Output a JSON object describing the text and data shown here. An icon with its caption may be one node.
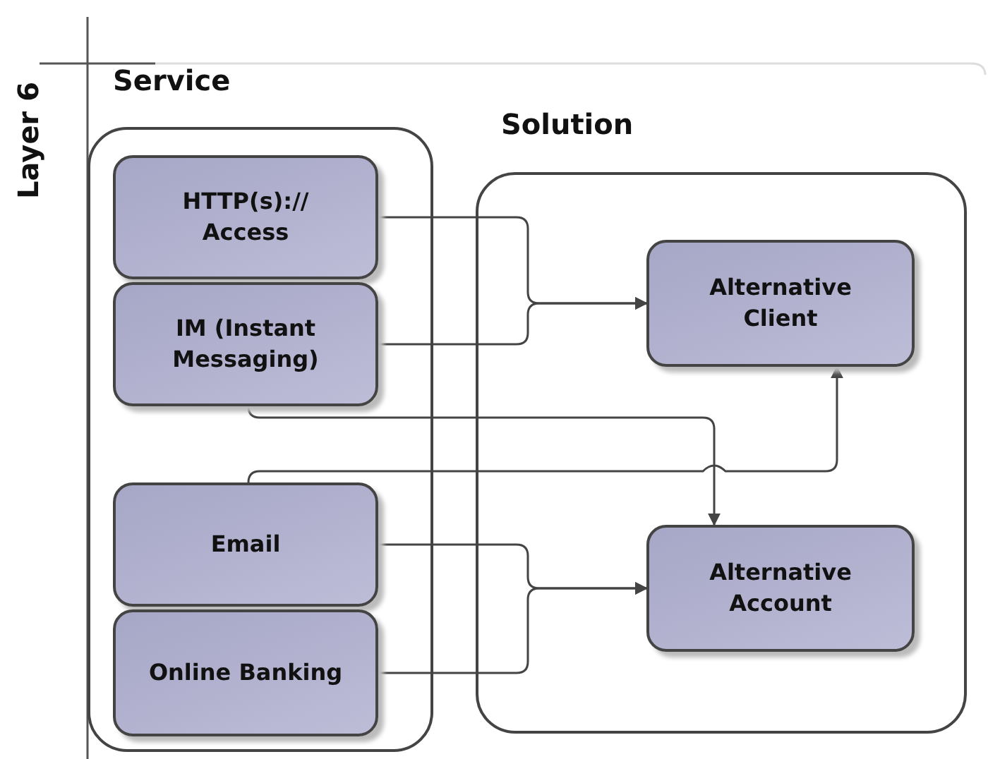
{
  "diagram": {
    "nodes": [
      {
        "text": [
          "Layer 6"
        ]
      },
      {
        "text": [
          "Service"
        ],
        "in": 0
      },
      {
        "text": [
          "HTTP(s):// Access"
        ],
        "in": 1
      },
      {
        "text": [
          "IM (Instant Messaging)"
        ],
        "in": 1
      },
      {
        "text": [
          "Email"
        ],
        "in": 1
      },
      {
        "text": [
          "Online Banking"
        ],
        "in": 1
      },
      {
        "text": [
          "Solution"
        ],
        "in": 0
      },
      {
        "text": [
          "Alternative Client"
        ],
        "in": 6
      },
      {
        "text": [
          "Alternative Account"
        ],
        "in": 6
      }
    ],
    "edges": [
      {
        "from": 2,
        "to": 7,
        "arrow": "to"
      },
      {
        "from": 3,
        "to": 7,
        "arrow": "to"
      },
      {
        "from": 3,
        "to": 8,
        "arrow": "to"
      },
      {
        "from": 4,
        "to": 7,
        "arrow": "to"
      },
      {
        "from": 4,
        "to": 8,
        "arrow": "to"
      },
      {
        "from": 5,
        "to": 8,
        "arrow": "to"
      }
    ]
  }
}
